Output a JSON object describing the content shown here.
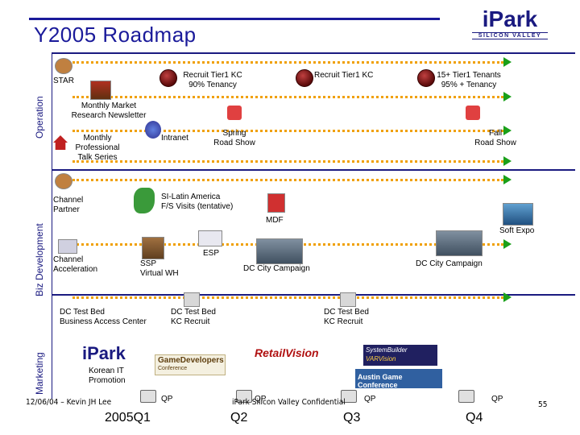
{
  "slide": {
    "title": "Y2005 Roadmap",
    "logo": {
      "main": "iPark",
      "sub": "SILICON VALLEY"
    },
    "page_number": "55",
    "footer_left": "12/06/04 – Kevin JH Lee",
    "footer_center": "iPark Silicon Valley Confidential"
  },
  "lanes": {
    "operation": "Operation",
    "biz_development": "Biz Development",
    "marketing": "Marketing"
  },
  "operation": {
    "star": "STAR",
    "recruit_1": [
      "Recruit Tier1 KC",
      "90% Tenancy"
    ],
    "recruit_2": "Recruit Tier1 KC",
    "tenants": [
      "15+ Tier1 Tenants",
      "95% + Tenancy"
    ],
    "newsletter": [
      "Monthly Market",
      "Research Newsletter"
    ],
    "talk_series": [
      "Monthly",
      "Professional",
      "Talk Series"
    ],
    "intranet": "Intranet",
    "spring": [
      "Spring",
      "Road Show"
    ],
    "fall": [
      "Fall",
      "Road Show"
    ]
  },
  "biz": {
    "channel_partner": [
      "Channel",
      "Partner"
    ],
    "si_latin": [
      "SI-Latin America",
      "F/S Visits (tentative)"
    ],
    "mdf": "MDF",
    "soft_expo": "Soft Expo",
    "channel_accel": [
      "Channel",
      "Acceleration"
    ],
    "ssp": [
      "SSP",
      "Virtual WH"
    ],
    "esp": "ESP",
    "dc_campaign_1": "DC City Campaign",
    "dc_campaign_2": "DC City Campaign",
    "test_bed_1": [
      "DC Test Bed",
      "Business Access Center"
    ],
    "test_bed_2": [
      "DC Test Bed",
      "KC Recruit"
    ],
    "test_bed_3": [
      "DC Test Bed",
      "KC Recruit"
    ]
  },
  "marketing": {
    "korean_it": [
      "Korean IT",
      "Promotion"
    ],
    "game_dev": [
      "GameDevelopers",
      "Conference"
    ],
    "retail_vision": "RetailVision",
    "sys_builder": "SystemBuilder",
    "var_vision": "VARVision",
    "austin": "Austin Game Conference",
    "qp": [
      "QP",
      "QP",
      "QP",
      "QP"
    ]
  },
  "quarters": [
    "2005Q1",
    "Q2",
    "Q3",
    "Q4"
  ],
  "colors": {
    "accent": "#1a1a80",
    "timeline_dots": "#f0a000",
    "arrow": "#1aa01a"
  }
}
